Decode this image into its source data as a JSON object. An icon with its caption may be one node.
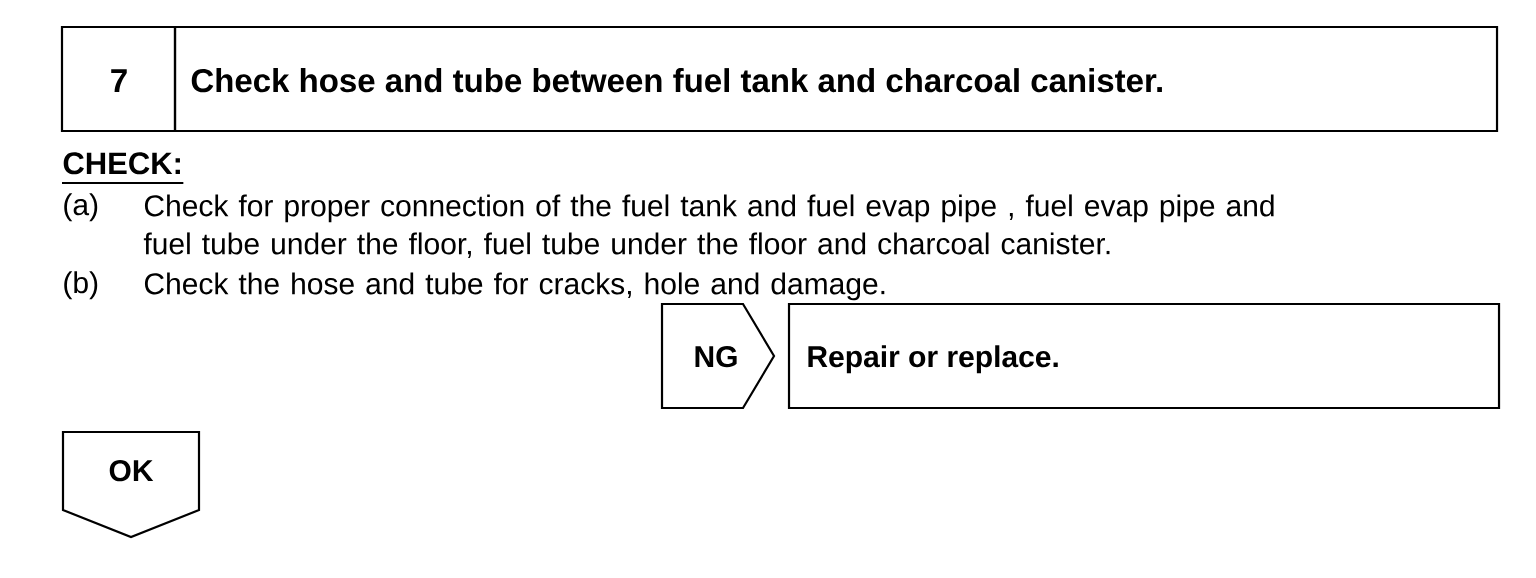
{
  "diagram": {
    "nodes": [
      {
        "text": [
          "7"
        ]
      },
      {
        "text": [
          "Check hose and tube between fuel tank and charcoal canister."
        ]
      },
      {
        "text": [
          "NG"
        ]
      },
      {
        "text": [
          "Repair or replace."
        ]
      },
      {
        "text": [
          "OK"
        ]
      }
    ],
    "labels": [
      "CHECK:",
      "(a)",
      "Check for proper connection of the fuel tank and fuel evap pipe , fuel evap pipe and fuel tube under the floor, fuel tube under the floor and charcoal canister.",
      "(b)",
      "Check the hose and tube for cracks, hole and damage."
    ]
  }
}
